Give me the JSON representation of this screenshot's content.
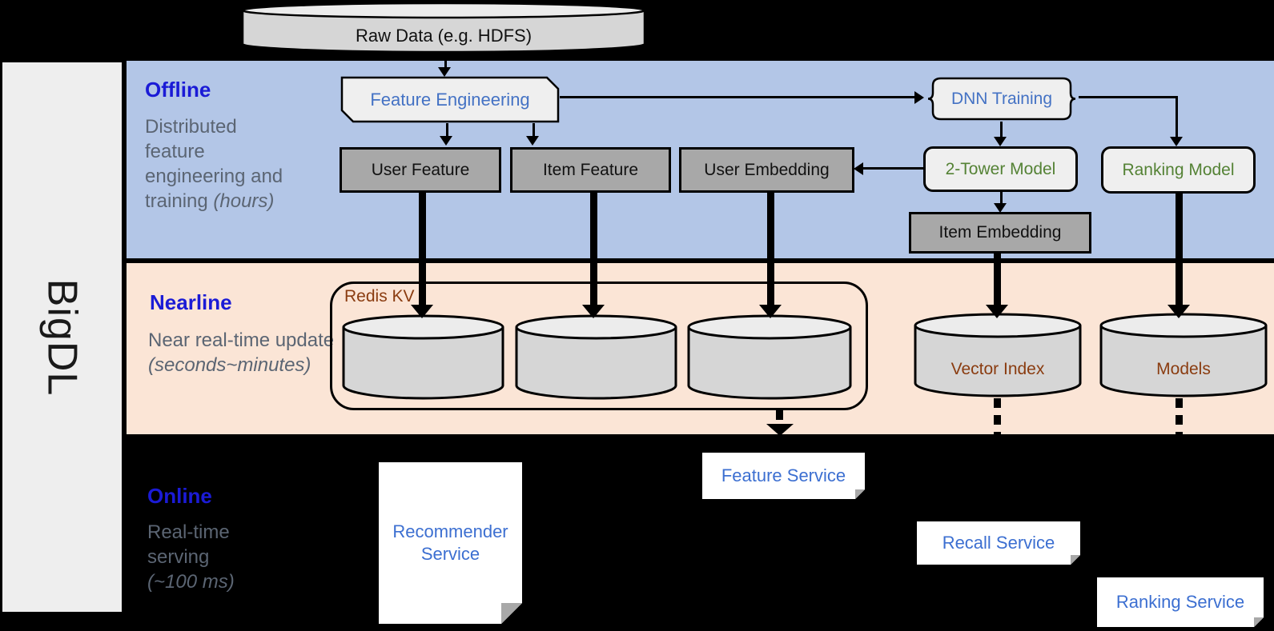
{
  "brand": {
    "name": "BigDL"
  },
  "raw_data": {
    "label": "Raw Data (e.g. HDFS)"
  },
  "bands": {
    "offline": {
      "title": "Offline",
      "desc": "Distributed feature engineering and training",
      "desc_italic": "(hours)"
    },
    "nearline": {
      "title": "Nearline",
      "desc": "Near real-time update",
      "desc_italic": "(seconds~minutes)"
    },
    "online": {
      "title": "Online",
      "desc": "Real-time serving",
      "desc_italic": "(~100 ms)"
    }
  },
  "offline_nodes": {
    "feature_engineering": "Feature Engineering",
    "dnn_training": "DNN Training",
    "user_feature": "User Feature",
    "item_feature": "Item Feature",
    "user_embedding": "User Embedding",
    "two_tower_model": "2-Tower Model",
    "ranking_model": "Ranking Model",
    "item_embedding": "Item Embedding"
  },
  "nearline_nodes": {
    "redis_kv": "Redis KV",
    "vector_index": "Vector Index",
    "models": "Models"
  },
  "online_nodes": {
    "recommender_service": "Recommender Service",
    "feature_service": "Feature Service",
    "recall_service": "Recall Service",
    "ranking_service": "Ranking Service"
  },
  "colors": {
    "offline_band": "#b3c6e7",
    "nearline_band": "#fbe5d6",
    "background": "#000000",
    "sidebar": "#eeeeee",
    "gray_node": "#a8a8a8",
    "light_node": "#efefef",
    "header_blue": "#1b1bd6",
    "desc_gray": "#5b6573",
    "node_blue": "#4472c4",
    "service_blue": "#3c6fd1",
    "model_green": "#548235",
    "storage_brown": "#8a3c10"
  }
}
